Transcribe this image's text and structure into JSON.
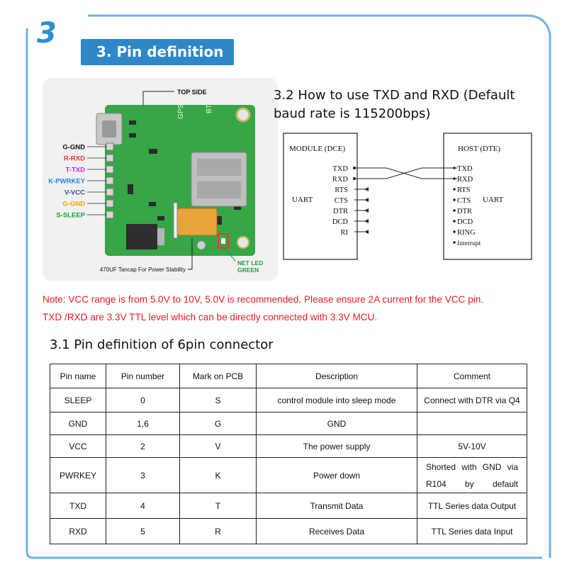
{
  "section": {
    "number": "3",
    "title": "3. Pin definition"
  },
  "board": {
    "top_label": "TOP SIDE",
    "silk_gps": "GPS",
    "silk_bt": "BT",
    "pins": [
      {
        "label": "G-GND",
        "color": "#111111"
      },
      {
        "label": "R-RXD",
        "color": "#e53935"
      },
      {
        "label": "T-TXD",
        "color": "#d81bcf"
      },
      {
        "label": "K-PWRKEY",
        "color": "#1e88e5"
      },
      {
        "label": "V-VCC",
        "color": "#3949ab"
      },
      {
        "label": "G-GND",
        "color": "#f5a000"
      },
      {
        "label": "S-SLEEP",
        "color": "#1b9e3b"
      }
    ],
    "cap_text": "470UF Tancap For Power Stability",
    "led_text_1": "NET LED",
    "led_text_2": "GREEN"
  },
  "uart": {
    "title_line1": "3.2 How to use TXD and RXD (Default",
    "title_line2": "baud rate is 115200bps)",
    "module_title": "MODULE (DCE)",
    "host_title": "HOST (DTE)",
    "module_uart": "UART",
    "host_uart": "UART",
    "module_signals": [
      "TXD",
      "RXD",
      "RTS",
      "CTS",
      "DTR",
      "DCD",
      "RI"
    ],
    "host_signals": [
      "TXD",
      "RXD",
      "RTS",
      "CTS",
      "DTR",
      "DCD",
      "RING",
      "Interrupt"
    ]
  },
  "notes": {
    "line1": "Note: VCC range is from 5.0V to 10V, 5.0V is recommended. Please ensure 2A current for the VCC pin.",
    "line2": "TXD /RXD are 3.3V TTL level which can be directly connected with 3.3V MCU."
  },
  "pin_table": {
    "title": "3.1 Pin definition of 6pin connector",
    "headers": [
      "Pin name",
      "Pin number",
      "Mark on PCB",
      "Description",
      "Comment"
    ],
    "rows": [
      [
        "SLEEP",
        "0",
        "S",
        "control module into sleep mode",
        "Connect with DTR via Q4"
      ],
      [
        "GND",
        "1,6",
        "G",
        "GND",
        ""
      ],
      [
        "VCC",
        "2",
        "V",
        "The power supply",
        "5V-10V"
      ],
      [
        "PWRKEY",
        "3",
        "K",
        "Power down",
        "Shorted with GND via R104 by default"
      ],
      [
        "TXD",
        "4",
        "T",
        "Transmit Data",
        "TTL Series data Output"
      ],
      [
        "RXD",
        "5",
        "R",
        "Receives Data",
        "TTL Series data Input"
      ]
    ]
  },
  "colors": {
    "accent_blue": "#2f87c8",
    "frame_blue": "#6fb3e3",
    "note_red": "#ec1c24",
    "pcb_green": "#36a647"
  }
}
